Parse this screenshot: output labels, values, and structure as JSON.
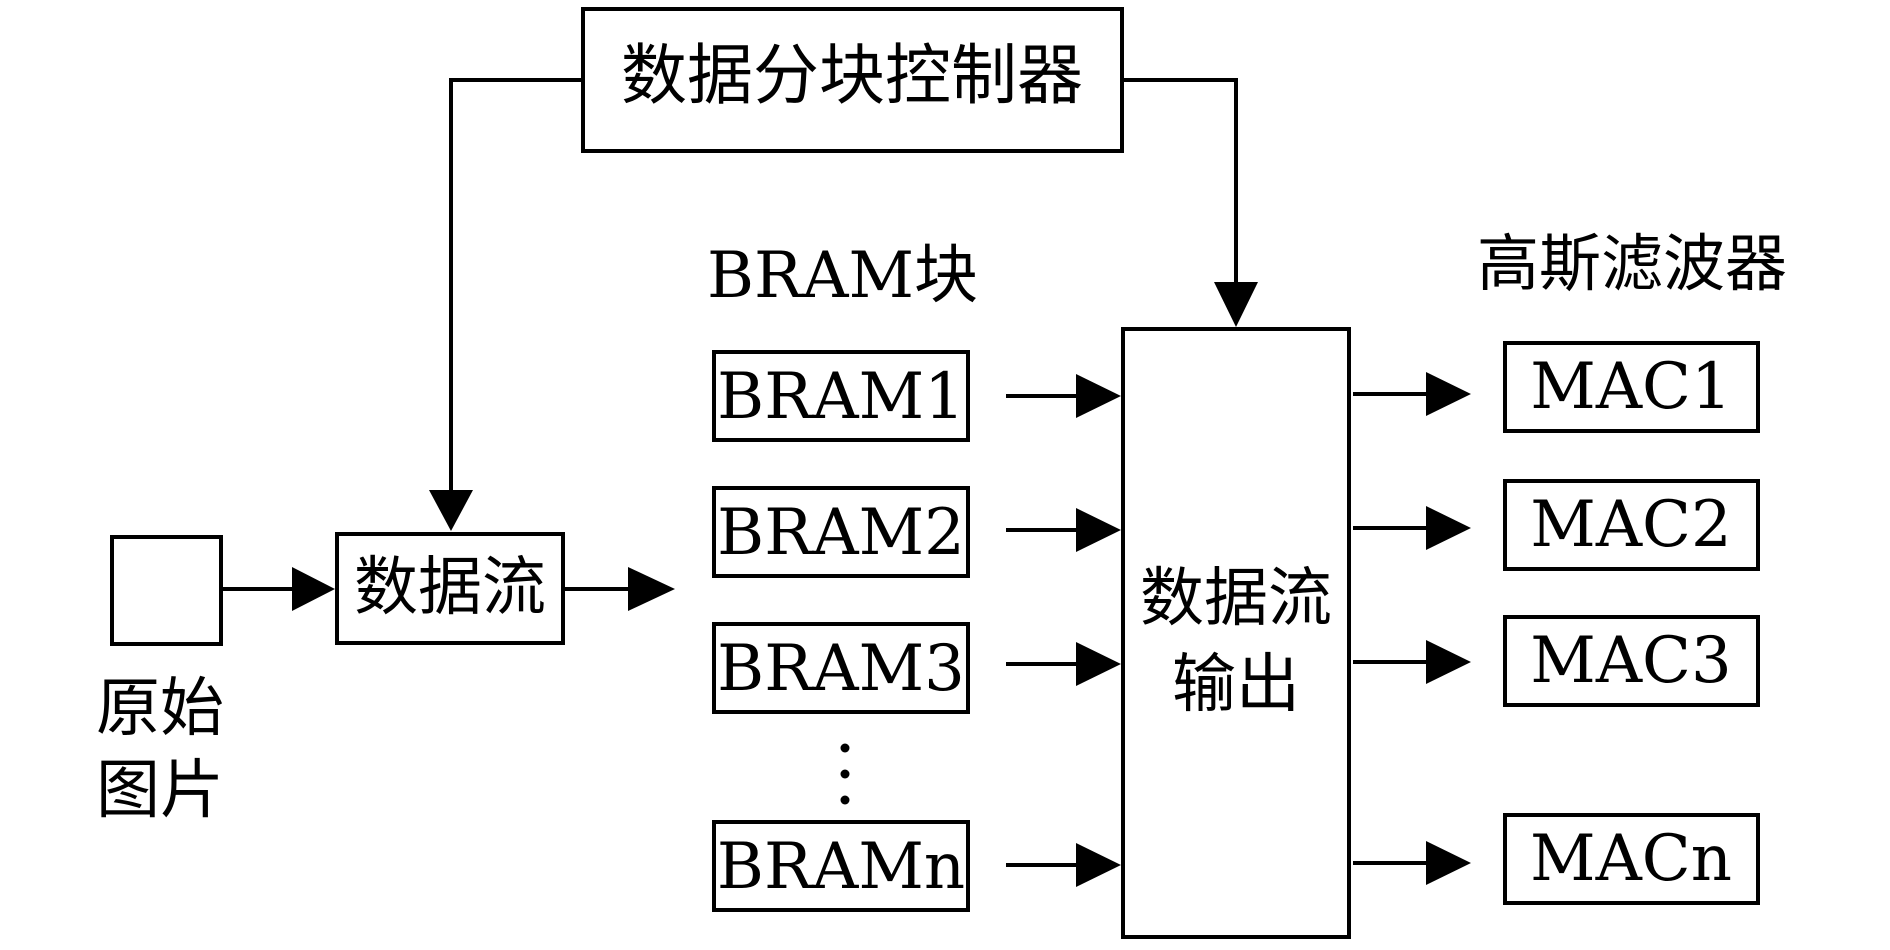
{
  "controller": {
    "label": "数据分块控制器"
  },
  "source": {
    "label_line1": "原始",
    "label_line2": "图片"
  },
  "stream": {
    "label": "数据流"
  },
  "bram_group": {
    "title": "BRAM块",
    "items": [
      "BRAM1",
      "BRAM2",
      "BRAM3",
      "BRAMn"
    ]
  },
  "output": {
    "label_line1": "数据流",
    "label_line2": "输出"
  },
  "filter_group": {
    "title": "高斯滤波器",
    "items": [
      "MAC1",
      "MAC2",
      "MAC3",
      "MACn"
    ]
  }
}
